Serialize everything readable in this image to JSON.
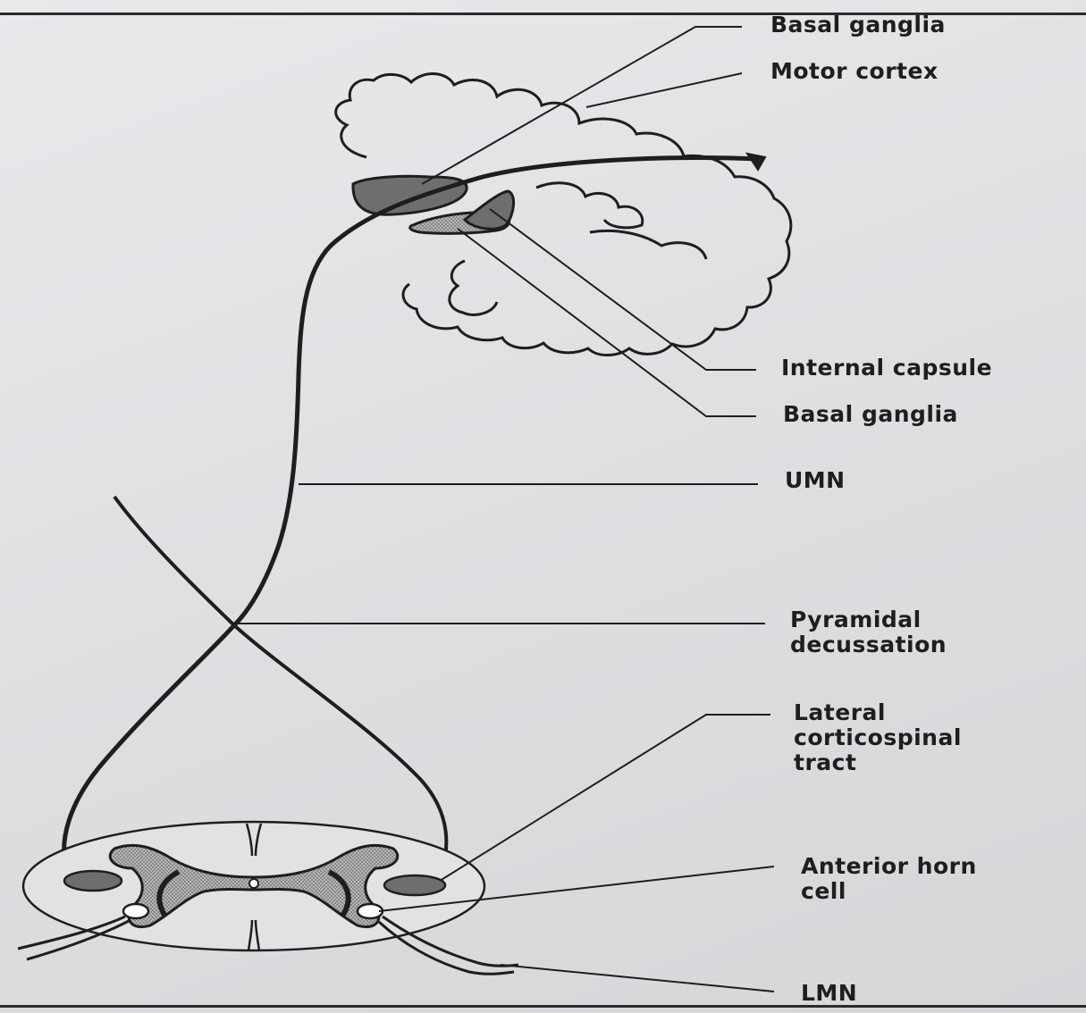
{
  "labels": {
    "basal_ganglia_top": "Basal ganglia",
    "motor_cortex": "Motor cortex",
    "internal_capsule": "Internal capsule",
    "basal_ganglia_bottom": "Basal ganglia",
    "umn": "UMN",
    "pyramidal_decussation": [
      "Pyramidal",
      "decussation"
    ],
    "lateral_corticospinal_tract": [
      "Lateral",
      "corticospinal",
      "tract"
    ],
    "anterior_horn_cell": [
      "Anterior horn",
      "cell"
    ],
    "lmn": "LMN"
  },
  "colors": {
    "ink": "#1e1e1e",
    "nucleus_fill": "#6e6e6e",
    "grey_matter_fill": "#9a9a9a",
    "background": "#e4e4e7"
  }
}
